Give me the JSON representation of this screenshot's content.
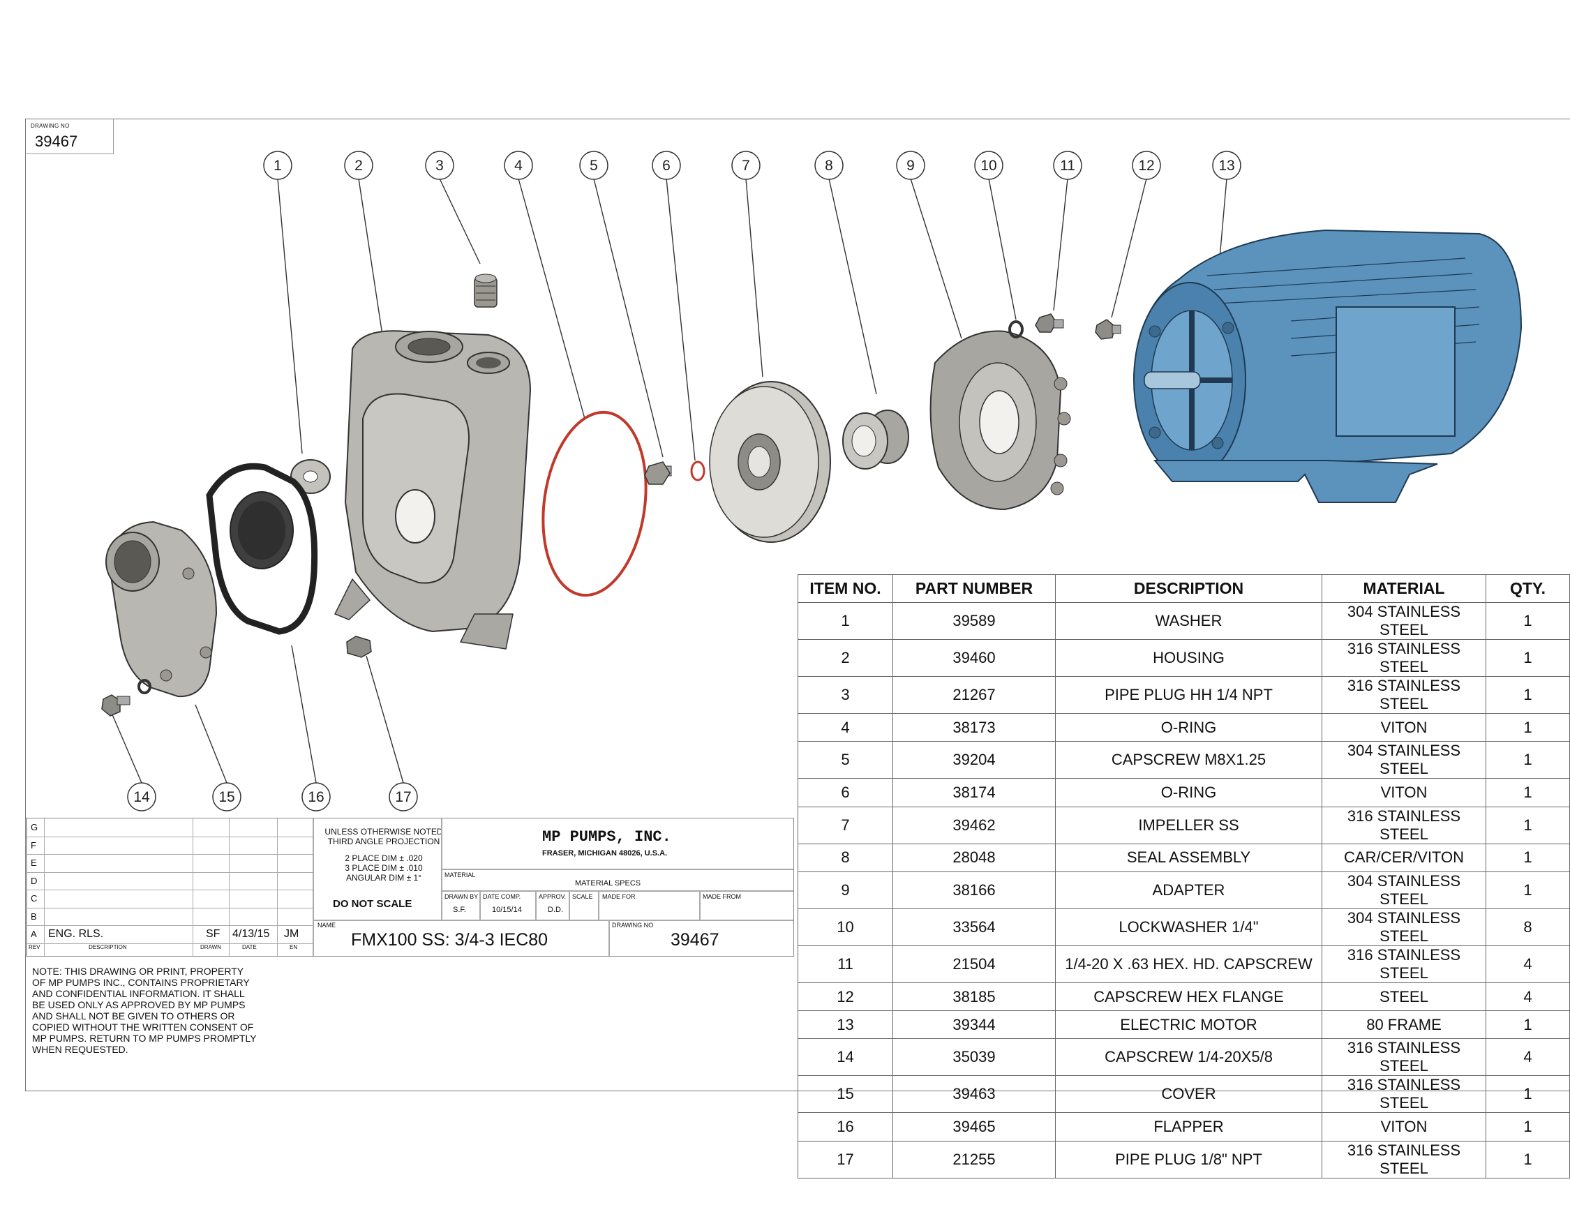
{
  "drawing_no_label": "DRAWING NO",
  "drawing_no": "39467",
  "balloons": [
    "1",
    "2",
    "3",
    "4",
    "5",
    "6",
    "7",
    "8",
    "9",
    "10",
    "11",
    "12",
    "13",
    "14",
    "15",
    "16",
    "17"
  ],
  "bom": {
    "headers": [
      "ITEM NO.",
      "PART NUMBER",
      "DESCRIPTION",
      "MATERIAL",
      "QTY."
    ],
    "rows": [
      [
        "1",
        "39589",
        "WASHER",
        "304 STAINLESS STEEL",
        "1"
      ],
      [
        "2",
        "39460",
        "HOUSING",
        "316 STAINLESS STEEL",
        "1"
      ],
      [
        "3",
        "21267",
        "PIPE PLUG HH 1/4 NPT",
        "316 STAINLESS STEEL",
        "1"
      ],
      [
        "4",
        "38173",
        "O-RING",
        "VITON",
        "1"
      ],
      [
        "5",
        "39204",
        "CAPSCREW M8X1.25",
        "304 STAINLESS STEEL",
        "1"
      ],
      [
        "6",
        "38174",
        "O-RING",
        "VITON",
        "1"
      ],
      [
        "7",
        "39462",
        "IMPELLER SS",
        "316 STAINLESS STEEL",
        "1"
      ],
      [
        "8",
        "28048",
        "SEAL ASSEMBLY",
        "CAR/CER/VITON",
        "1"
      ],
      [
        "9",
        "38166",
        "ADAPTER",
        "304 STAINLESS STEEL",
        "1"
      ],
      [
        "10",
        "33564",
        "LOCKWASHER 1/4\"",
        "304 STAINLESS STEEL",
        "8"
      ],
      [
        "11",
        "21504",
        "1/4-20 X .63 HEX. HD. CAPSCREW",
        "316 STAINLESS STEEL",
        "4"
      ],
      [
        "12",
        "38185",
        "CAPSCREW HEX FLANGE",
        "STEEL",
        "4"
      ],
      [
        "13",
        "39344",
        "ELECTRIC MOTOR",
        "80 FRAME",
        "1"
      ],
      [
        "14",
        "35039",
        "CAPSCREW 1/4-20X5/8",
        "316 STAINLESS STEEL",
        "4"
      ],
      [
        "15",
        "39463",
        "COVER",
        "316 STAINLESS STEEL",
        "1"
      ],
      [
        "16",
        "39465",
        "FLAPPER",
        "VITON",
        "1"
      ],
      [
        "17",
        "21255",
        "PIPE PLUG 1/8\" NPT",
        "316 STAINLESS STEEL",
        "1"
      ]
    ]
  },
  "revisions": {
    "letters": [
      "G",
      "F",
      "E",
      "D",
      "C",
      "B",
      "A"
    ],
    "rev_a": {
      "description": "ENG. RLS.",
      "drawn": "SF",
      "date": "4/13/15",
      "en": "JM"
    },
    "col_labels": {
      "rev": "REV",
      "description": "DESCRIPTION",
      "drawn": "DRAWN",
      "date": "DATE",
      "en": "EN"
    }
  },
  "title_block": {
    "tolerance_lines": [
      "UNLESS OTHERWISE NOTED",
      "THIRD ANGLE PROJECTION",
      "2 PLACE DIM ± .020",
      "3 PLACE DIM ± .010",
      "ANGULAR DIM ± 1°"
    ],
    "do_not_scale": "DO NOT SCALE",
    "company": "MP PUMPS, INC.",
    "address": "FRASER, MICHIGAN  48026, U.S.A.",
    "material_label": "MATERIAL",
    "material_specs_label": "MATERIAL SPECS",
    "drawn_by_label": "DRAWN BY",
    "drawn_by": "S.F.",
    "date_comp_label": "DATE COMP.",
    "date_comp": "10/15/14",
    "approv_label": "APPROV.",
    "approv": "D.D.",
    "scale_label": "SCALE",
    "made_for_label": "MADE FOR",
    "made_from_label": "MADE FROM",
    "name_label": "NAME",
    "name": "FMX100 SS: 3/4-3 IEC80",
    "drawing_no_label": "DRAWING NO",
    "drawing_no": "39467"
  },
  "note_lines": [
    "NOTE:  THIS DRAWING OR PRINT, PROPERTY",
    "OF MP PUMPS INC., CONTAINS  PROPRIETARY",
    "AND CONFIDENTIAL INFORMATION.  IT SHALL",
    "BE USED ONLY AS APPROVED BY MP PUMPS",
    "AND SHALL NOT BE GIVEN TO OTHERS OR",
    "COPIED WITHOUT THE WRITTEN CONSENT OF",
    "MP PUMPS.  RETURN TO MP PUMPS PROMPTLY",
    "WHEN REQUESTED."
  ],
  "colors": {
    "motor": "#5b93bd",
    "steel": "#b9b7b1",
    "oring": "#c0392b",
    "line": "#333333"
  }
}
